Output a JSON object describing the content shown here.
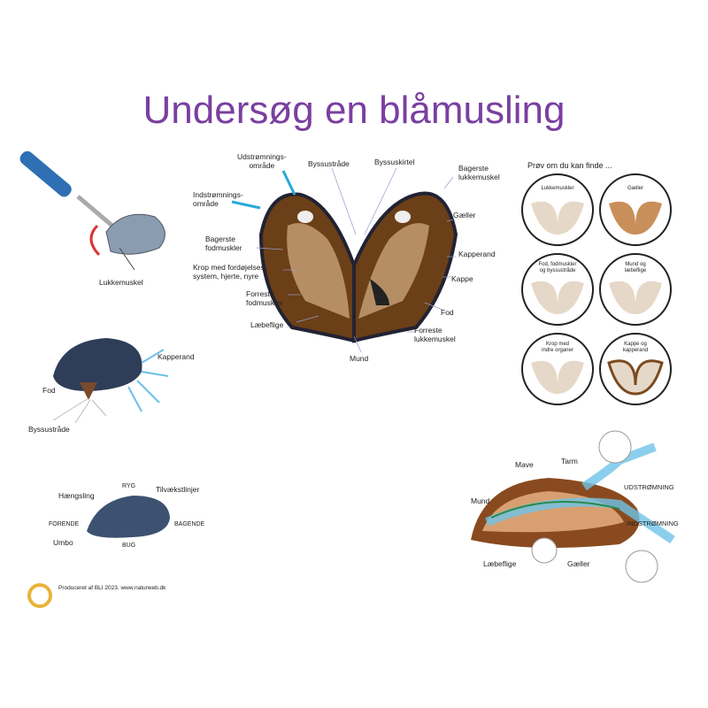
{
  "title": "Undersøg en blåmusling",
  "knife_diagram": {
    "label": "Lukkemuskel"
  },
  "side_diagram": {
    "labels": [
      "Kapperand",
      "Fod",
      "Byssustråde"
    ]
  },
  "main_diagram": {
    "labels_left": [
      "Udstrømnings-\nområde",
      "Indstrømnings-\nområde",
      "Bagerste\nfodmuskler",
      "Krop med fordøjelses-\nsystem, hjerte, nyre",
      "Forreste\nfodmuskler",
      "Læbeflige"
    ],
    "labels_top": [
      "Byssustråde",
      "Byssuskirtel"
    ],
    "labels_right": [
      "Bagerste\nlukkemuskel",
      "Gæller",
      "Kapperand",
      "Kappe",
      "Fod",
      "Forreste\nlukkemuskel"
    ],
    "label_bottom": "Mund"
  },
  "find_panel": {
    "heading": "Prøv om du kan finde ...",
    "items": [
      "Lukkemuskler",
      "Gæller",
      "Fod, fodmuskler\nog byssustråde",
      "Mund og\nlæbeflige",
      "Krop med\nindre organer",
      "Kappe og\nkapperand"
    ]
  },
  "orientation_diagram": {
    "labels": [
      "RYG",
      "Tilvækstlinjer",
      "Hængsling",
      "FORENDE",
      "BAGENDE",
      "Umbo",
      "BUG"
    ]
  },
  "flow_diagram": {
    "labels": [
      "Mave",
      "Tarm",
      "Mund",
      "UDSTRØMNING",
      "INDSTRØMNING",
      "Læbeflige",
      "Gæller"
    ]
  },
  "footer": {
    "text": "Produceret af BLI 2023. www.naturweb.dk",
    "logo_color": "#e8b43a"
  },
  "colors": {
    "title": "#7a3fa0",
    "accent": "#29a9d6"
  }
}
